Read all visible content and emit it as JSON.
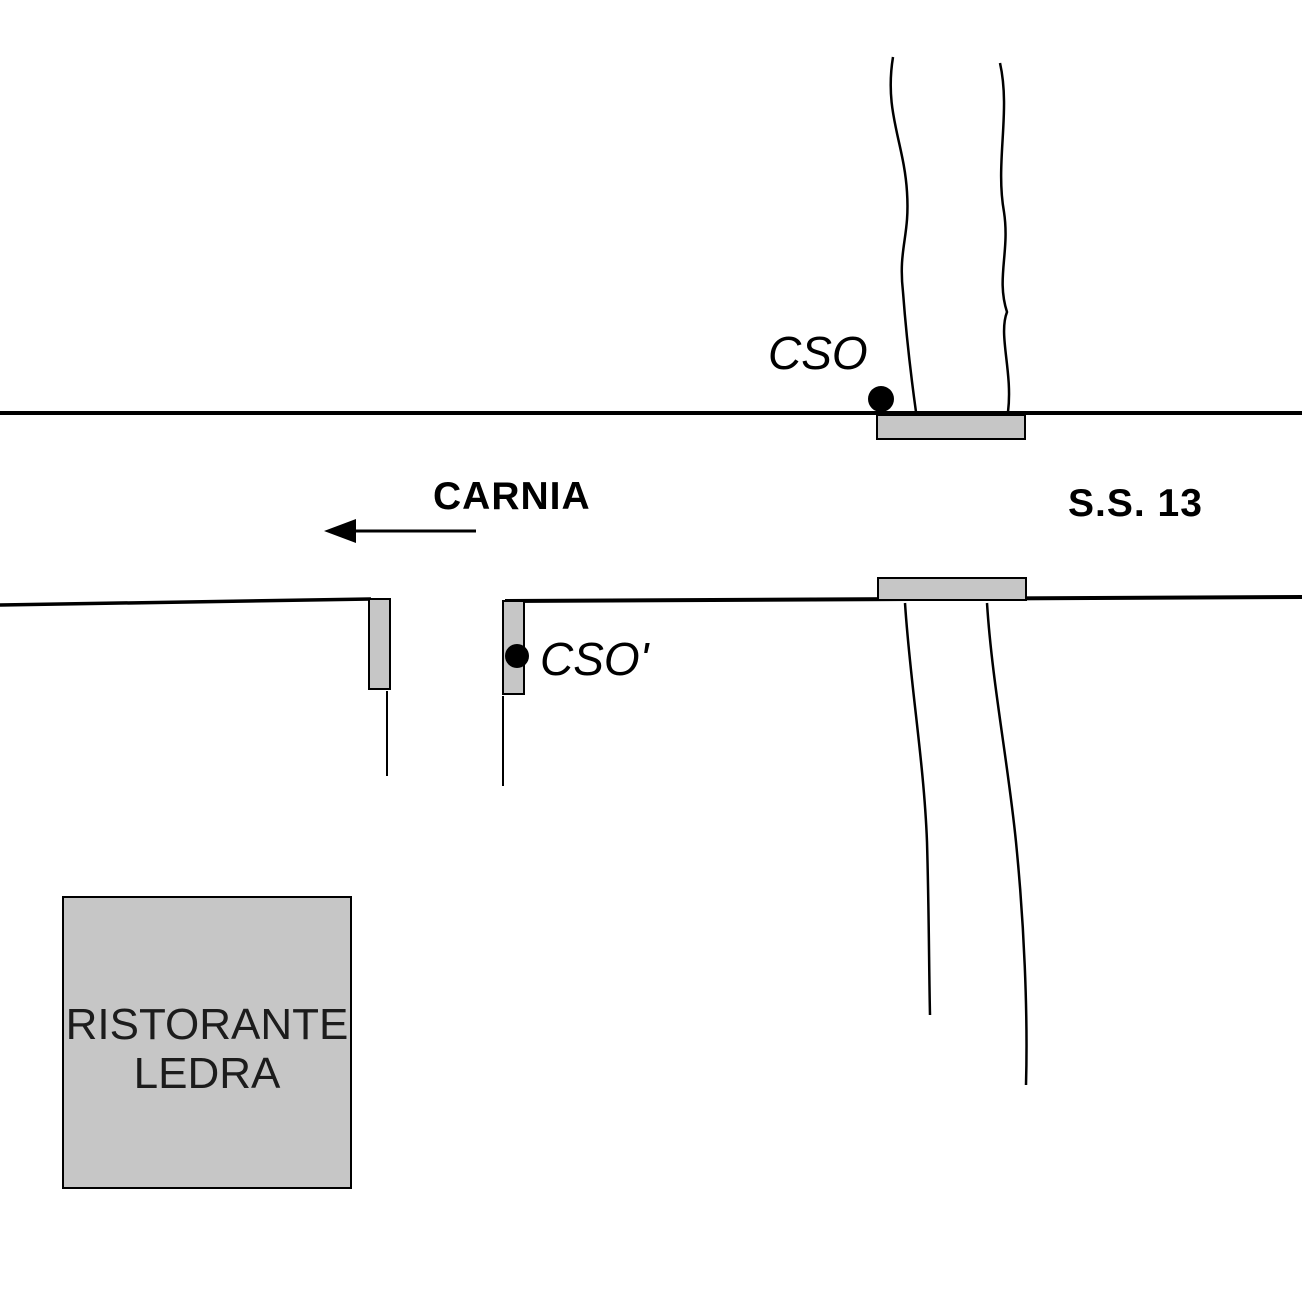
{
  "diagram": {
    "labels": {
      "point_cso": "CSO",
      "point_cso_prime": "CSO'",
      "direction": "CARNIA",
      "road_name": "S.S. 13",
      "building_line1": "RISTORANTE",
      "building_line2": "LEDRA"
    },
    "colors": {
      "line": "#000000",
      "gray_fill": "#c6c6c6",
      "background": "#ffffff"
    }
  }
}
